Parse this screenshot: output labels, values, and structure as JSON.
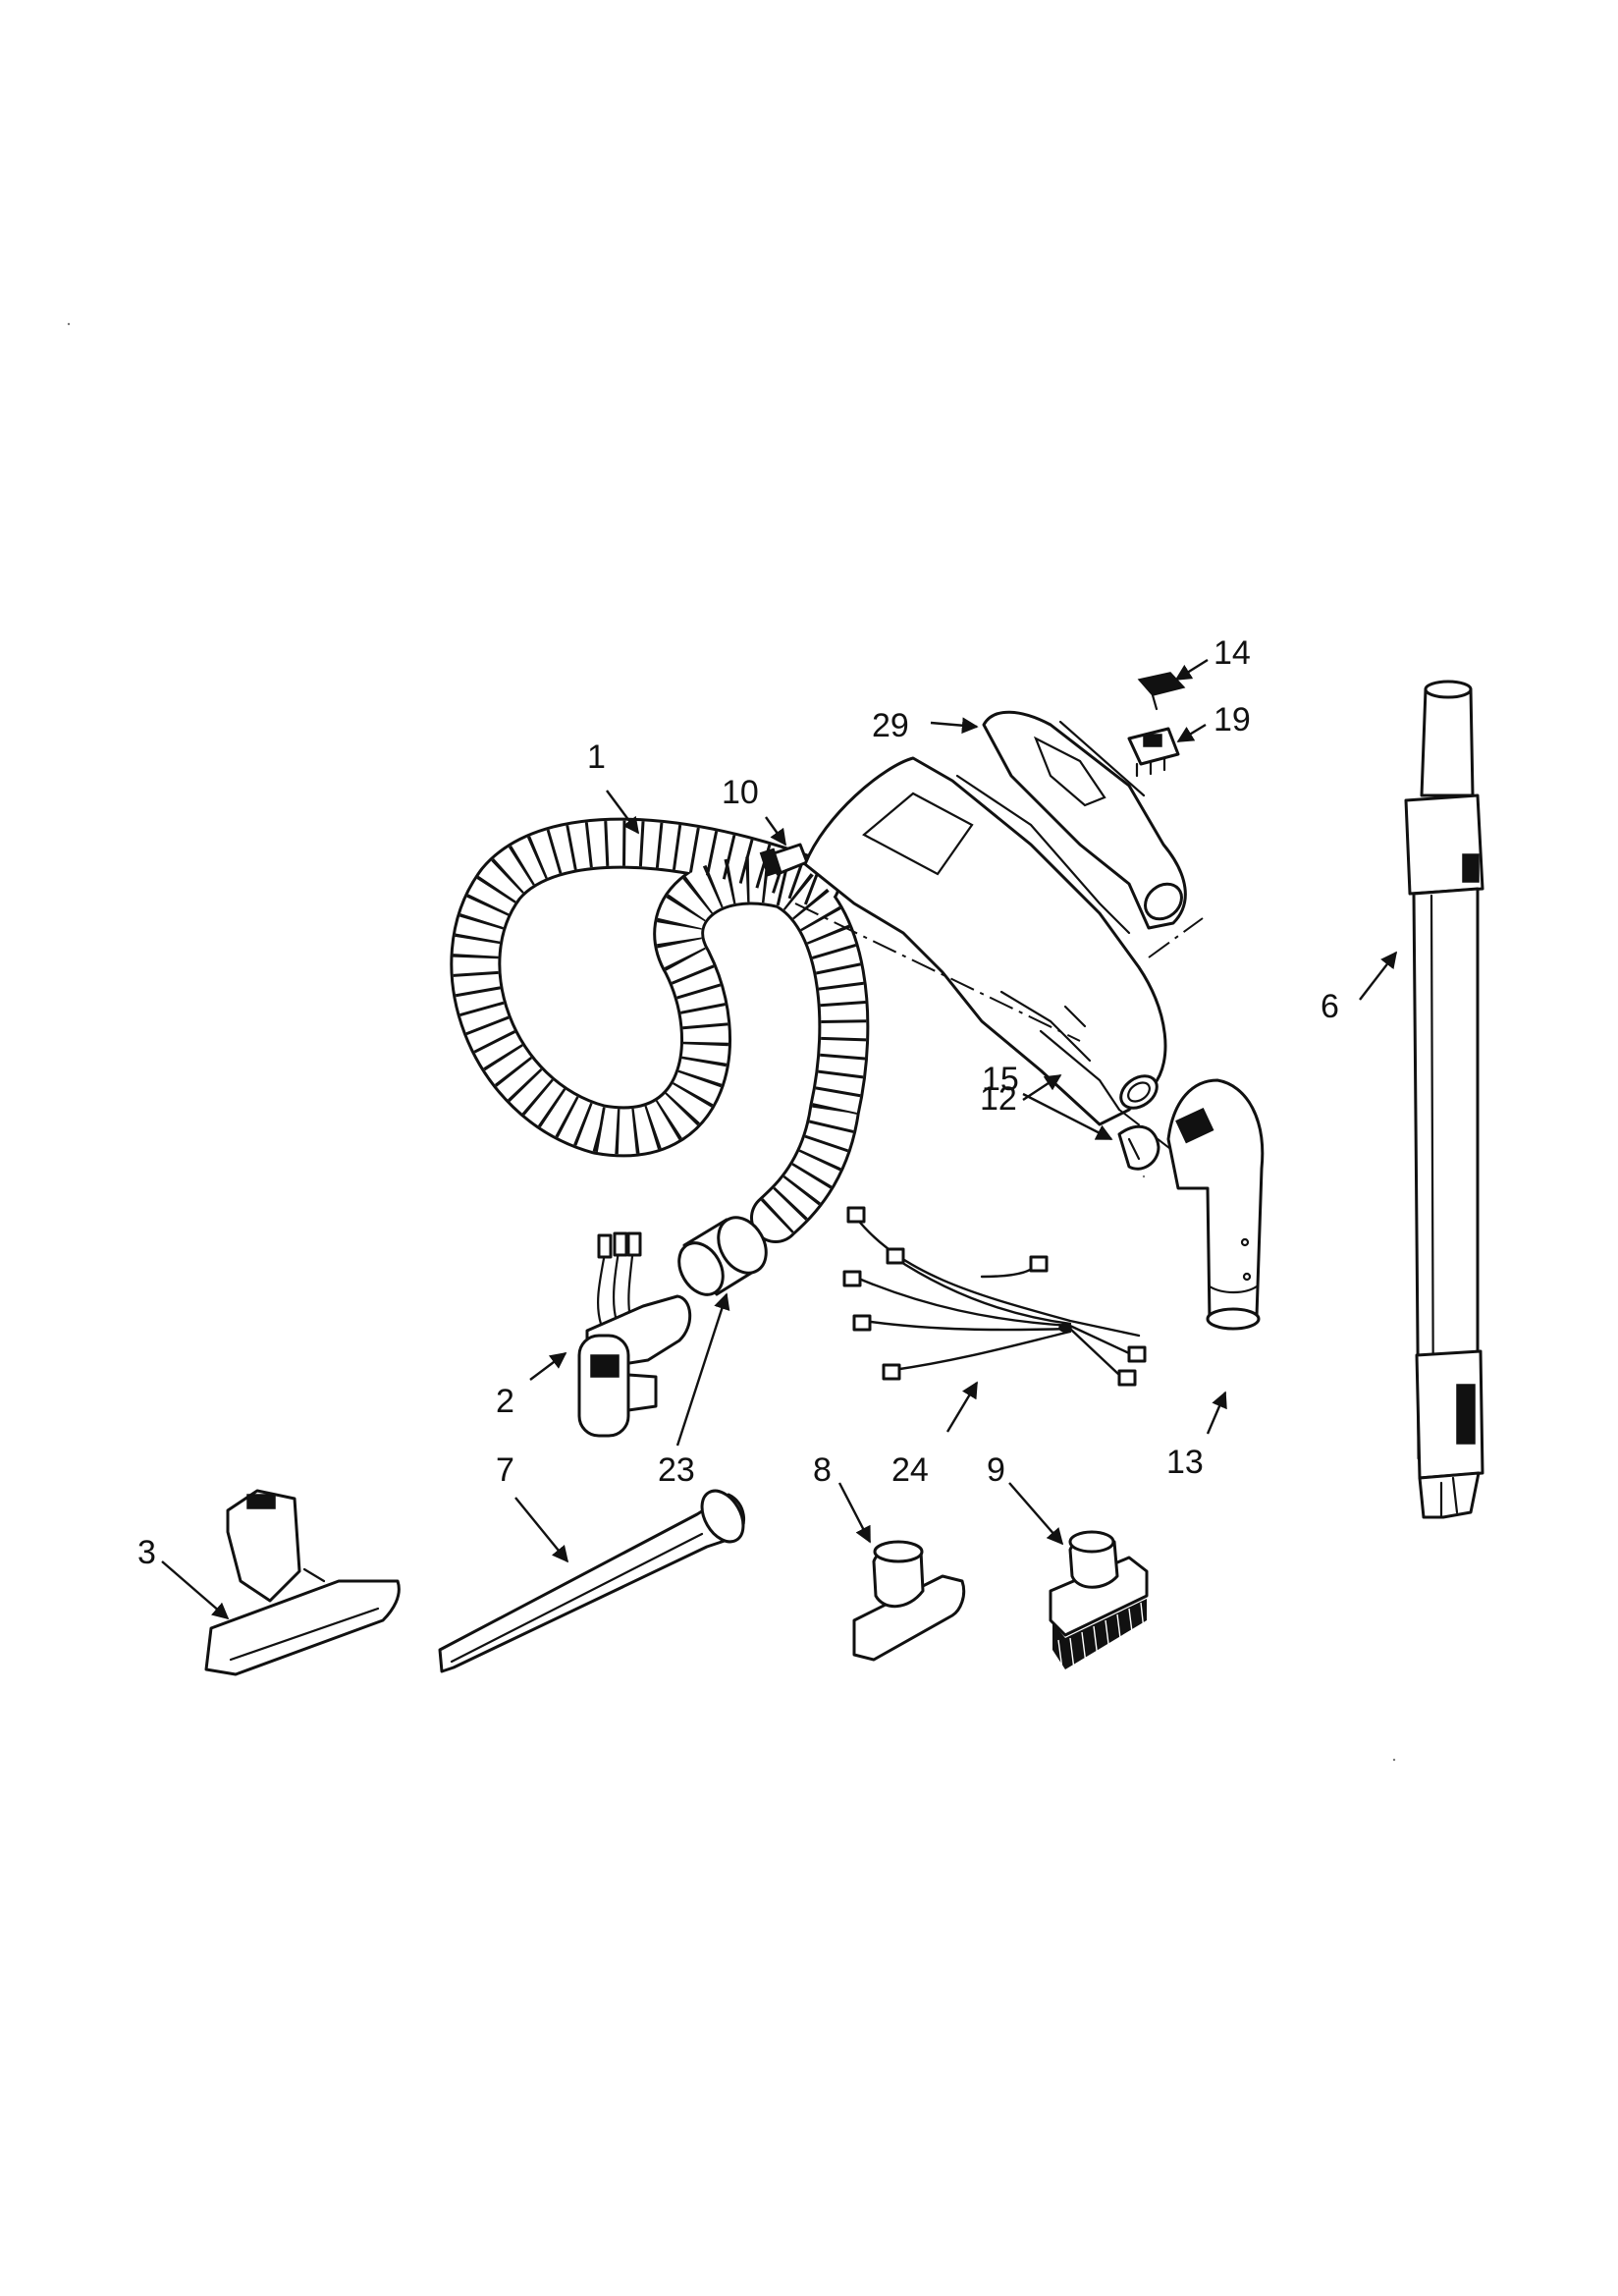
{
  "callouts": {
    "c1": "1",
    "c2": "2",
    "c3": "3",
    "c6": "6",
    "c7": "7",
    "c8": "8",
    "c9": "9",
    "c10": "10",
    "c12": "12",
    "c13": "13",
    "c14": "14",
    "c15": "15",
    "c19": "19",
    "c23": "23",
    "c24": "24",
    "c29": "29"
  }
}
